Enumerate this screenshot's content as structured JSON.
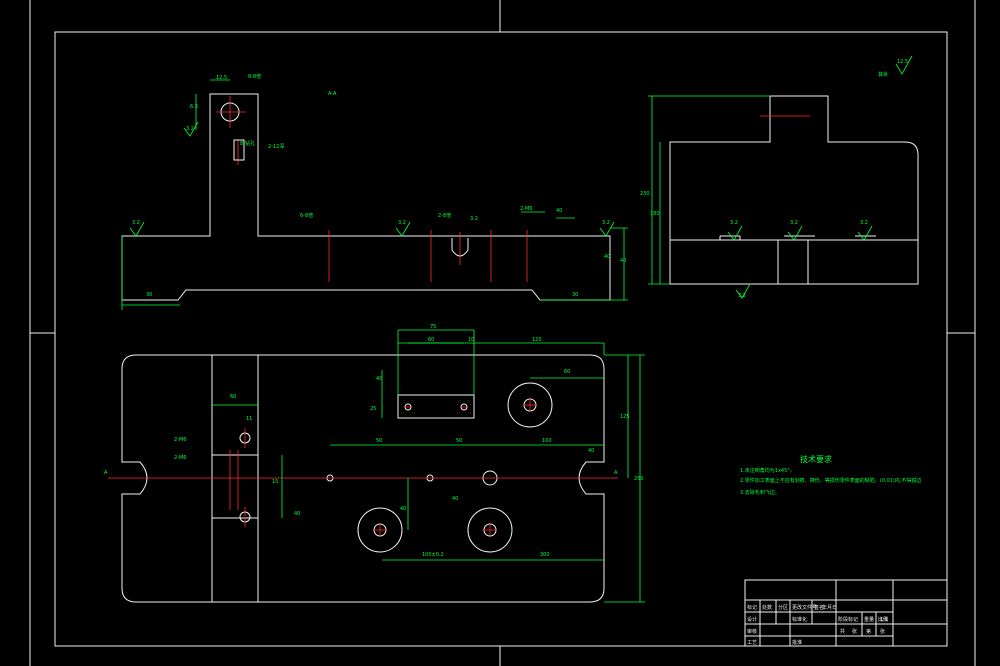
{
  "notes": {
    "heading": "技术要求",
    "lines": [
      "1.未注倒角均为1x45°。",
      "2.零件加工表面上不应有划痕、擦伤、等损伤零件表面的缺陷。(0.01)内,不得锐边",
      "3.去除毛刺飞边。"
    ]
  },
  "front_view": {
    "dims": [
      "12.5",
      "8-8倍",
      "6.3",
      "3.2",
      "2-12深",
      "8-钻孔",
      "3.2",
      "6-8倍",
      "3.2",
      "2-8倍",
      "3.2",
      "2-M6",
      "3.2",
      "30",
      "40",
      "40",
      "30",
      "40"
    ],
    "section_label": "A-A"
  },
  "side_view": {
    "dims": [
      "230",
      "180",
      "3.2",
      "3.2",
      "3.2",
      "3.2"
    ],
    "roughness_label": "其余",
    "roughness_value": "12.5"
  },
  "top_view": {
    "dims": [
      "75",
      "60",
      "10",
      "120",
      "60",
      "40",
      "25",
      "60",
      "11",
      "15",
      "2-M6",
      "2-M6",
      "50",
      "50",
      "100",
      "40",
      "40",
      "40",
      "100±0.2",
      "300",
      "40",
      "250",
      "125"
    ],
    "section_marks": [
      "A",
      "A"
    ]
  },
  "title_block": {
    "cells": [
      "标记",
      "处数",
      "分区",
      "更改文件号",
      "签名",
      "年月日",
      "设计",
      "标准化",
      "阶段标记",
      "重量",
      "比例",
      "审核",
      "工艺",
      "批准",
      "共",
      "张",
      "第",
      "张",
      "1:1"
    ]
  }
}
